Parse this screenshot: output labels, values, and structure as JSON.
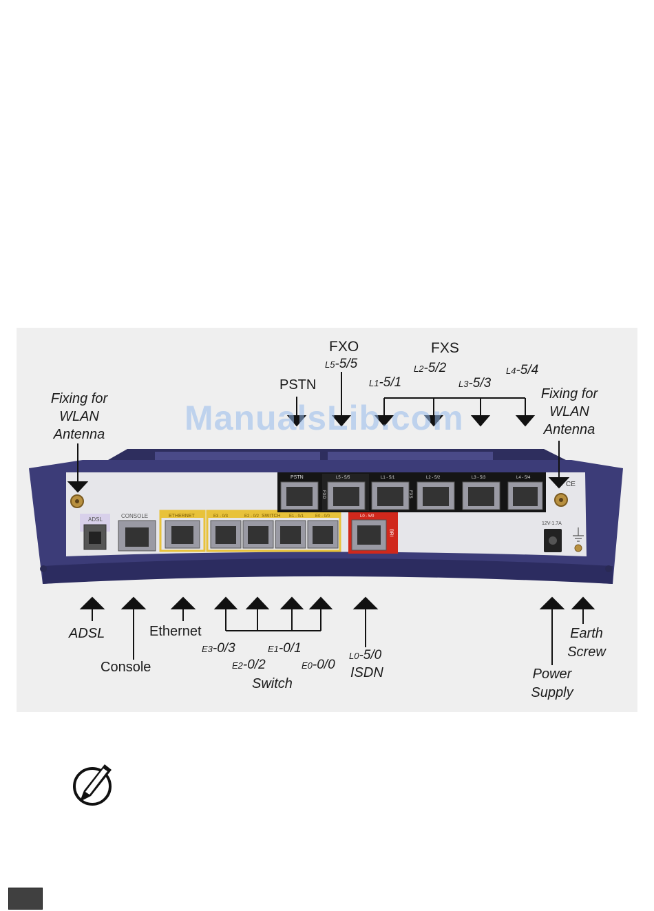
{
  "watermark": "ManualsLib.com",
  "labels": {
    "fixing_left": [
      "Fixing for",
      "WLAN",
      "Antenna"
    ],
    "fixing_right": [
      "Fixing for",
      "WLAN",
      "Antenna"
    ],
    "pstn": "PSTN",
    "fxo": "FXO",
    "fxo_port": {
      "prefix": "L5",
      "suffix": "-5/5"
    },
    "fxs": "FXS",
    "fxs_ports": [
      {
        "prefix": "L1",
        "suffix": "-5/1"
      },
      {
        "prefix": "L2",
        "suffix": "-5/2"
      },
      {
        "prefix": "L3",
        "suffix": "-5/3"
      },
      {
        "prefix": "L4",
        "suffix": "-5/4"
      }
    ],
    "adsl": "ADSL",
    "console": "Console",
    "ethernet": "Ethernet",
    "switch_ports": [
      {
        "prefix": "E3",
        "suffix": "-0/3"
      },
      {
        "prefix": "E2",
        "suffix": "-0/2"
      },
      {
        "prefix": "E1",
        "suffix": "-0/1"
      },
      {
        "prefix": "E0",
        "suffix": "-0/0"
      }
    ],
    "switch": "Switch",
    "isdn_port": {
      "prefix": "L0",
      "suffix": "-5/0"
    },
    "isdn": "ISDN",
    "power": [
      "Power",
      "Supply"
    ],
    "earth": [
      "Earth",
      "Screw"
    ]
  },
  "device": {
    "adsl_label": "ADSL",
    "console_label": "CONSOLE",
    "ethernet_label": "ETHERNET",
    "switch_label": "SWITCH",
    "switch_port_tags": [
      "E3 - 0/3",
      "E2 - 0/2",
      "E1 - 0/1",
      "E0 - 0/0"
    ],
    "pstn_label": "PSTN",
    "fxo_tag": "L5 - 5/5",
    "fxs_tags": [
      "L1 - 5/1",
      "L2 - 5/2",
      "L3 - 5/3",
      "L4 - 5/4"
    ],
    "bri_tag": "L0 - 5/0",
    "bri_label": "BRI",
    "fxo_side": "FXO",
    "fxs_side": "FXS",
    "power_rating": "12V-1.7A",
    "ce_mark": "CE"
  },
  "colors": {
    "chassis": "#3c3c78",
    "panel": "#e6e6ea",
    "ethernet_frame": "#e8c23a",
    "bri_frame": "#d0281c"
  }
}
